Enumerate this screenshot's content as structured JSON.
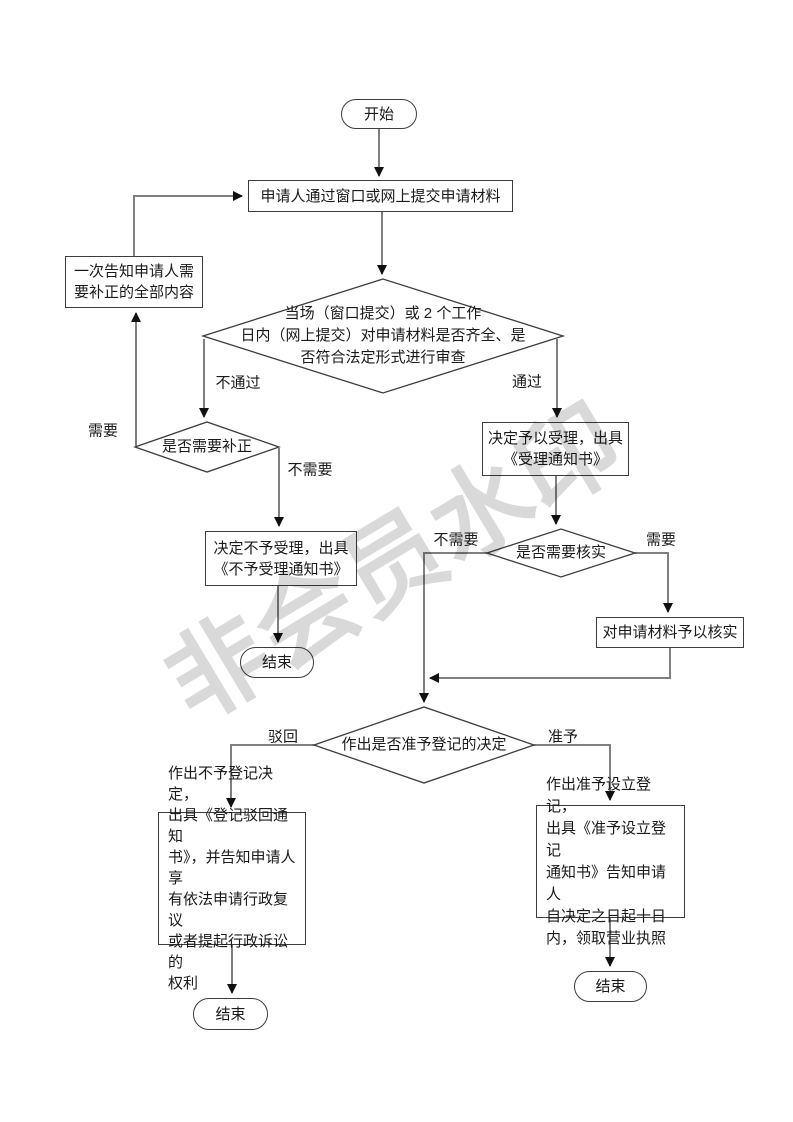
{
  "watermark": {
    "text": "非会员水印",
    "apparent_color": "#d9d9d9"
  },
  "nodes": {
    "start": {
      "label": "开始"
    },
    "submit": {
      "label": "申请人通过窗口或网上提交申请材料"
    },
    "review": {
      "label": "当场（窗口提交）或 2 个工作\n日内（网上提交）对申请材料是否齐全、是\n否符合法定形式进行审查"
    },
    "notify": {
      "label": "一次告知申请人需\n要补正的全部内容"
    },
    "need_correction": {
      "label": "是否需要补正"
    },
    "reject_accept": {
      "label": "决定不予受理，出具\n《不予受理通知书》"
    },
    "end1": {
      "label": "结束"
    },
    "accept": {
      "label": "决定予以受理，出具\n《受理通知书》"
    },
    "need_verify": {
      "label": "是否需要核实"
    },
    "verify": {
      "label": "对申请材料予以核实"
    },
    "decision": {
      "label": "作出是否准予登记的决定"
    },
    "reject_result": {
      "label": "作出不予登记决定，\n出具《登记驳回通知\n书》，并告知申请人享\n有依法申请行政复议\n或者提起行政诉讼的\n权利"
    },
    "approve_result": {
      "label": "作出准予设立登记，\n出具《准予设立登记\n通知书》告知申请人\n自决定之日起十日\n内，领取营业执照"
    },
    "end2": {
      "label": "结束"
    },
    "end3": {
      "label": "结束"
    }
  },
  "edge_labels": {
    "fail": "不通过",
    "pass": "通过",
    "need": "需要",
    "no_need": "不需要",
    "verify_need": "需要",
    "verify_no_need": "不需要",
    "deny": "驳回",
    "grant": "准予"
  },
  "colors": {
    "line": "#7f7f7f",
    "arrowhead": "#111111",
    "shape_border": "#3d3d3d",
    "text": "#1a1a1a",
    "background": "#ffffff"
  }
}
